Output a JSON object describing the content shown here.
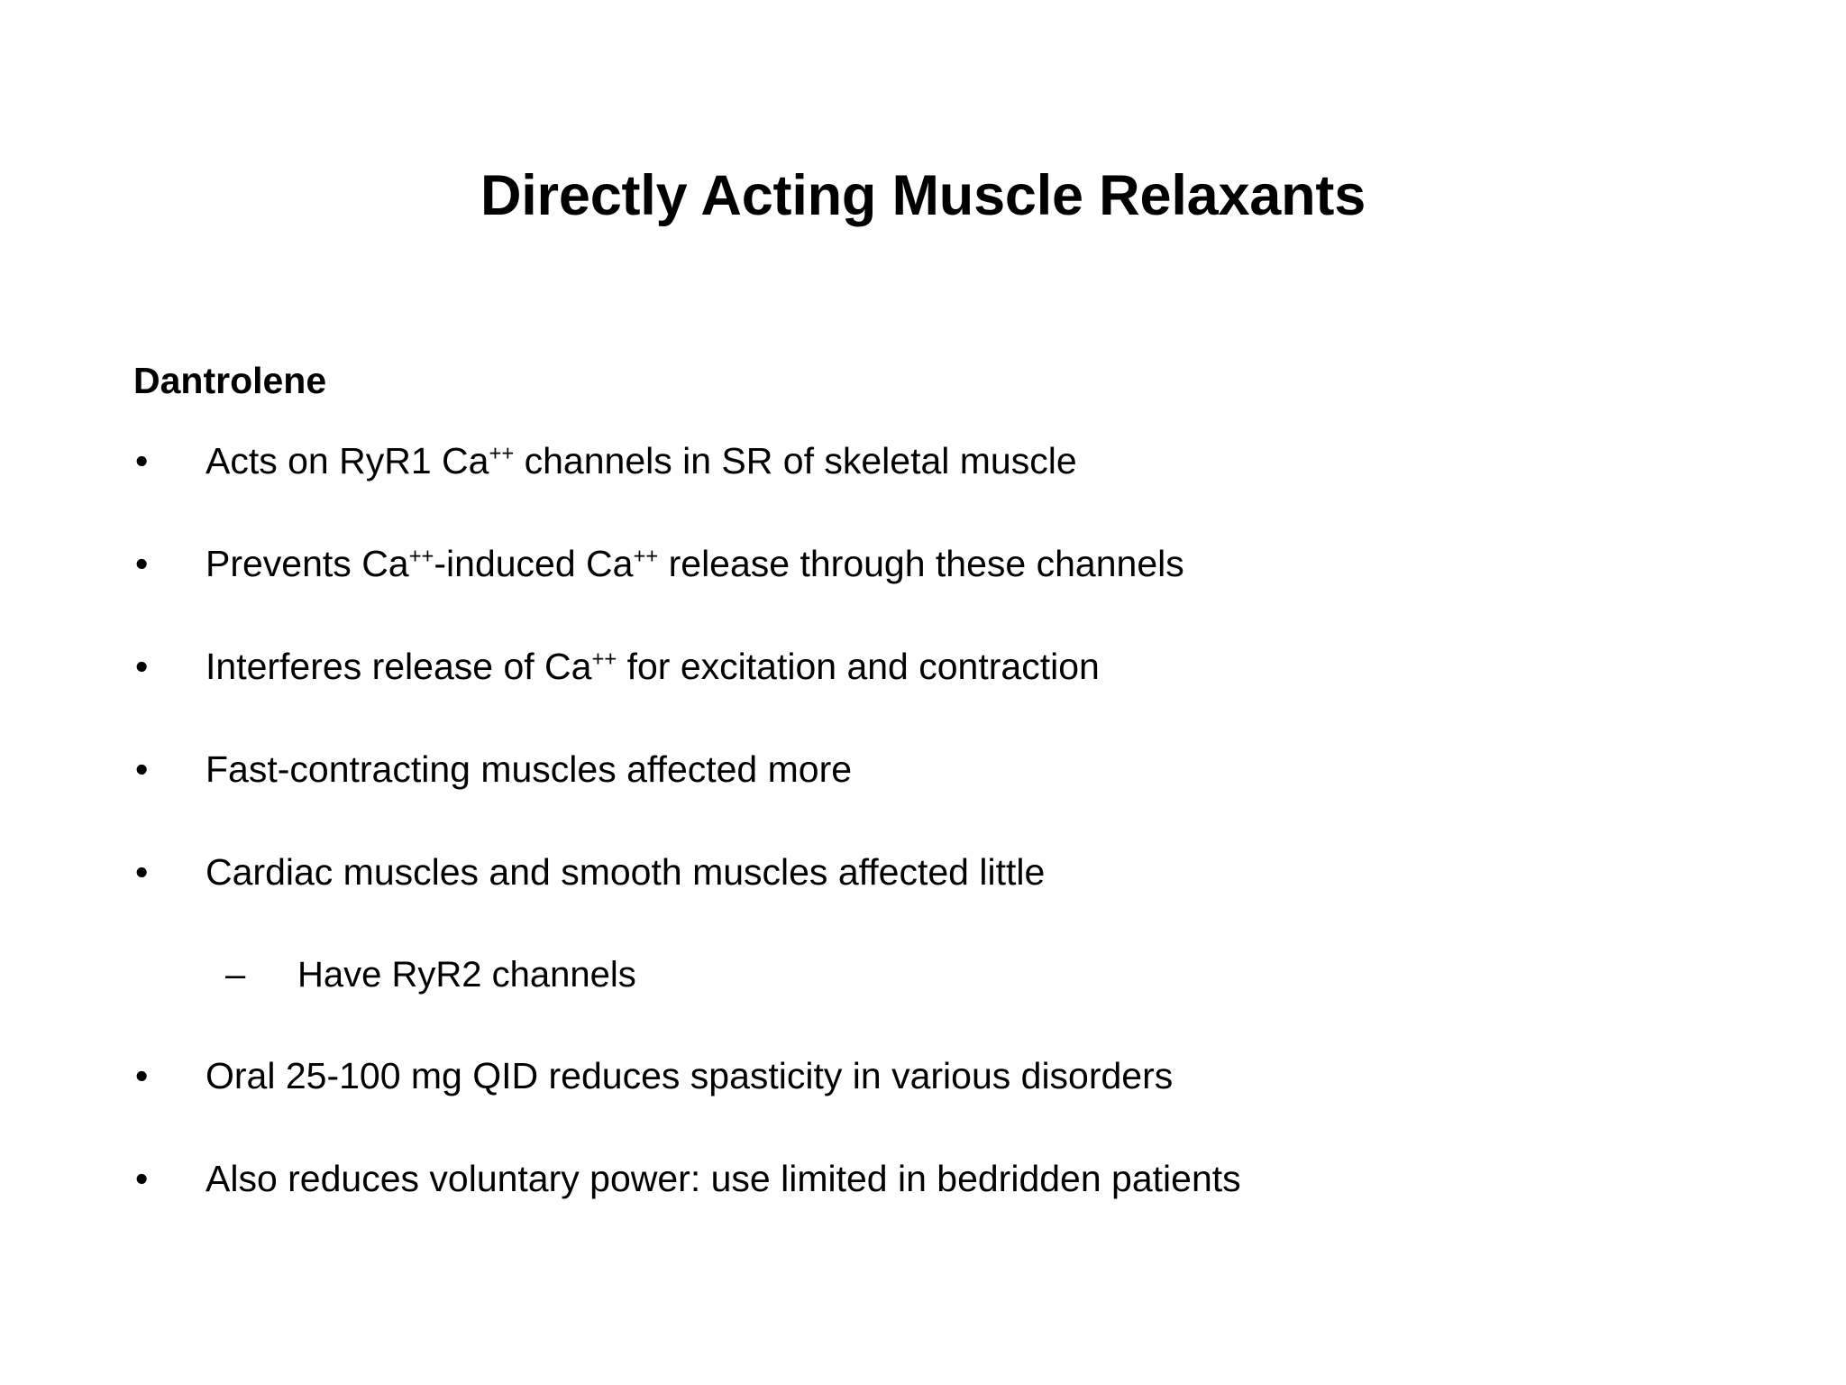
{
  "slide": {
    "background_color": "#ffffff",
    "text_color": "#000000",
    "title": "Directly Acting Muscle Relaxants",
    "section_heading": "Dantrolene",
    "bullet_marker": "•",
    "dash_marker": "–",
    "bullets": [
      {
        "level": 1,
        "marker": "•",
        "text": "Acts on RyR1 Ca++ channels in SR of skeletal muscle",
        "parts": [
          {
            "t": "Acts on RyR1 Ca",
            "sup": false
          },
          {
            "t": "++",
            "sup": true
          },
          {
            "t": " channels in SR of skeletal muscle",
            "sup": false
          }
        ]
      },
      {
        "level": 1,
        "marker": "•",
        "text": "Prevents Ca++-induced Ca++ release through these channels",
        "parts": [
          {
            "t": "Prevents Ca",
            "sup": false
          },
          {
            "t": "++",
            "sup": true
          },
          {
            "t": "-induced Ca",
            "sup": false
          },
          {
            "t": "++",
            "sup": true
          },
          {
            "t": " release through these channels",
            "sup": false
          }
        ]
      },
      {
        "level": 1,
        "marker": "•",
        "text": "Interferes release of Ca++ for excitation and contraction",
        "parts": [
          {
            "t": "Interferes release of Ca",
            "sup": false
          },
          {
            "t": "++",
            "sup": true
          },
          {
            "t": " for excitation and contraction",
            "sup": false
          }
        ]
      },
      {
        "level": 1,
        "marker": "•",
        "text": "Fast-contracting muscles affected more",
        "parts": [
          {
            "t": "Fast-contracting muscles affected more",
            "sup": false
          }
        ]
      },
      {
        "level": 1,
        "marker": "•",
        "text": "Cardiac muscles and smooth muscles affected little",
        "parts": [
          {
            "t": "Cardiac muscles and smooth muscles affected little",
            "sup": false
          }
        ]
      },
      {
        "level": 2,
        "marker": "–",
        "text": "Have RyR2 channels",
        "parts": [
          {
            "t": "Have RyR2 channels",
            "sup": false
          }
        ]
      },
      {
        "level": 1,
        "marker": "•",
        "text": "Oral 25-100 mg QID reduces spasticity in various disorders",
        "parts": [
          {
            "t": "Oral 25-100 mg QID reduces spasticity in various disorders",
            "sup": false
          }
        ]
      },
      {
        "level": 1,
        "marker": "•",
        "text": "Also reduces voluntary power: use limited in bedridden patients",
        "parts": [
          {
            "t": "Also reduces voluntary power: use limited in bedridden patients",
            "sup": false
          }
        ]
      }
    ]
  }
}
